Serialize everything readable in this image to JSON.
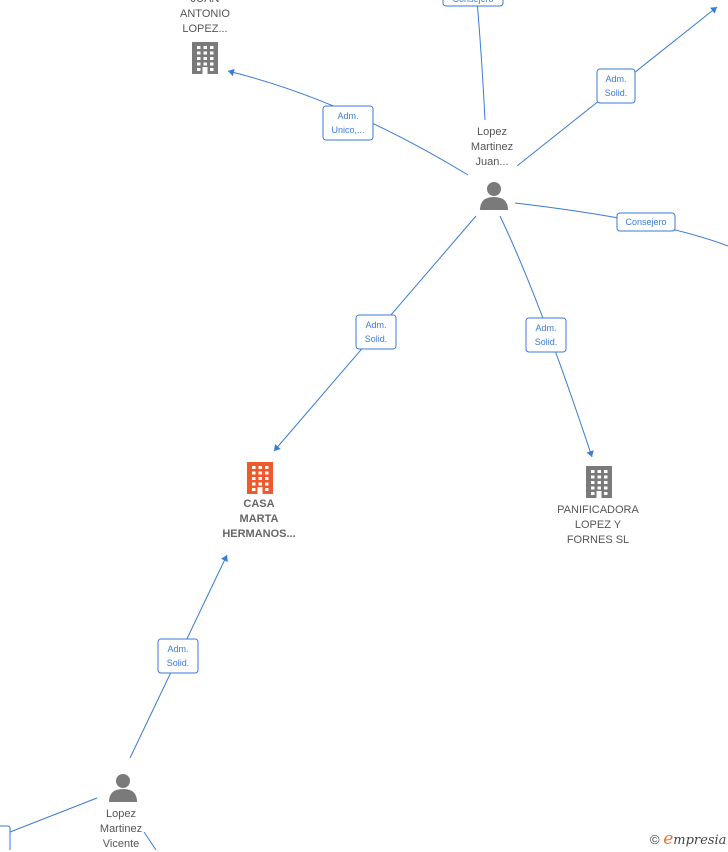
{
  "diagram": {
    "nodes": [
      {
        "id": "juan-antonio",
        "kind": "company",
        "lines": [
          "JUAN",
          "ANTONIO",
          "LOPEZ..."
        ],
        "color": "#7a7a7a"
      },
      {
        "id": "lopez-juan",
        "kind": "person",
        "lines": [
          "Lopez",
          "Martinez",
          "Juan..."
        ],
        "color": "#7a7a7a"
      },
      {
        "id": "casa-marta",
        "kind": "company",
        "lines": [
          "CASA",
          "MARTA",
          "HERMANOS..."
        ],
        "color": "#f0592b",
        "main": true
      },
      {
        "id": "panificadora",
        "kind": "company",
        "lines": [
          "PANIFICADORA",
          "LOPEZ Y",
          "FORNES SL"
        ],
        "color": "#7a7a7a"
      },
      {
        "id": "lopez-vicente",
        "kind": "person",
        "lines": [
          "Lopez",
          "Martinez",
          "Vicente"
        ],
        "color": "#7a7a7a"
      }
    ],
    "edges": [
      {
        "id": "e-consejero-top",
        "lines": [
          "Consejero"
        ]
      },
      {
        "id": "e-adm-unico",
        "lines": [
          "Adm.",
          "Unico,..."
        ]
      },
      {
        "id": "e-adm-solid-topright",
        "lines": [
          "Adm.",
          "Solid."
        ]
      },
      {
        "id": "e-consejero-right",
        "lines": [
          "Consejero"
        ]
      },
      {
        "id": "e-adm-solid-casa",
        "lines": [
          "Adm.",
          "Solid."
        ]
      },
      {
        "id": "e-adm-solid-pan",
        "lines": [
          "Adm.",
          "Solid."
        ]
      },
      {
        "id": "e-adm-solid-vicente",
        "lines": [
          "Adm.",
          "Solid."
        ]
      }
    ]
  },
  "brand": {
    "copyright": "©",
    "initial": "e",
    "rest": "mpresia"
  }
}
